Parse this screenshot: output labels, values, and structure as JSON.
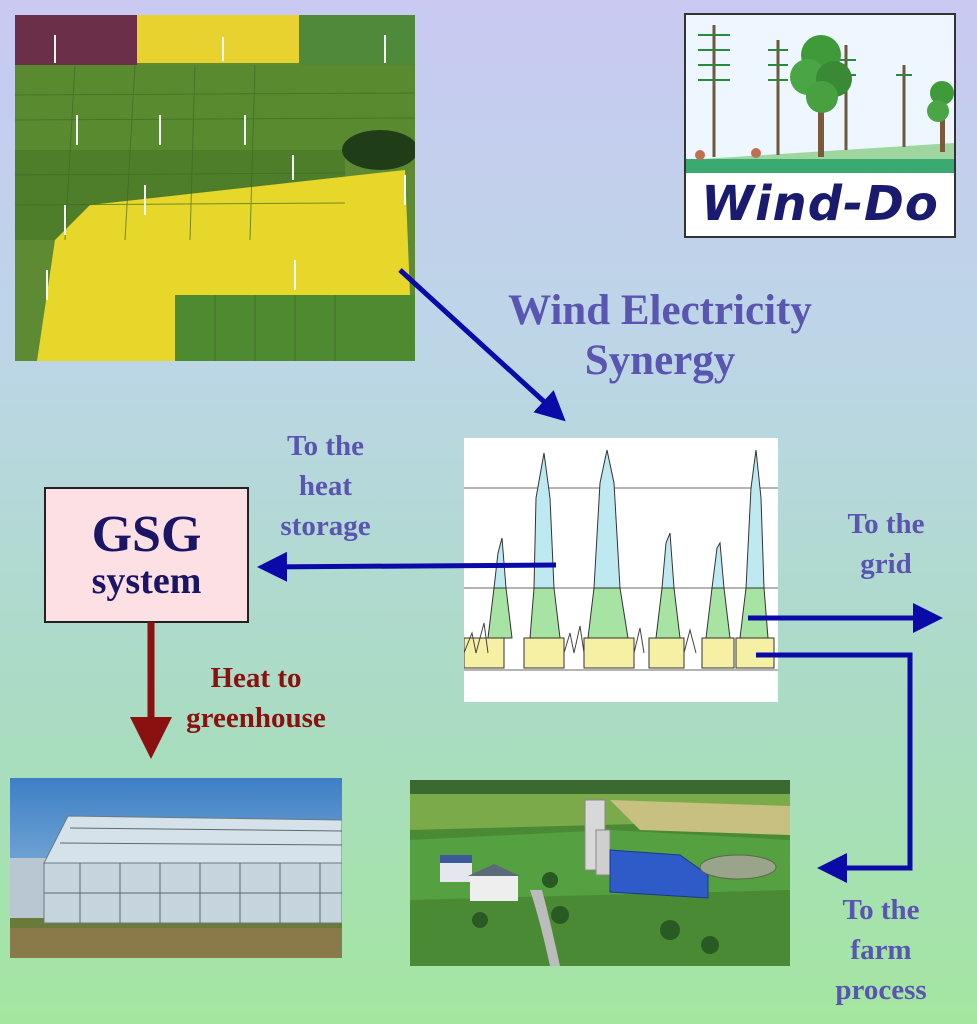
{
  "title": {
    "line1": "Wind Electricity",
    "line2": "Synergy"
  },
  "logo": {
    "text": "Wind-Do"
  },
  "gsg_box": {
    "line1": "GSG",
    "line2": "system"
  },
  "labels": {
    "heat_storage": {
      "line1": "To the",
      "line2": "heat",
      "line3": "storage"
    },
    "grid": {
      "line1": "To the",
      "line2": "grid"
    },
    "heat_greenhouse": {
      "line1": "Heat to",
      "line2": "greenhouse"
    },
    "farm_process": {
      "line1": "To the",
      "line2": "farm",
      "line3": "process"
    }
  },
  "colors": {
    "title": "#5a55b0",
    "flow_arrow": "#0a0aa8",
    "heat_arrow": "#8b1010",
    "gsg_fill": "#fde0e4",
    "gsg_text": "#1a1565"
  },
  "icons": [
    "fields-photo",
    "wind-do-logo",
    "power-chart",
    "greenhouse-photo",
    "farm-photo"
  ]
}
